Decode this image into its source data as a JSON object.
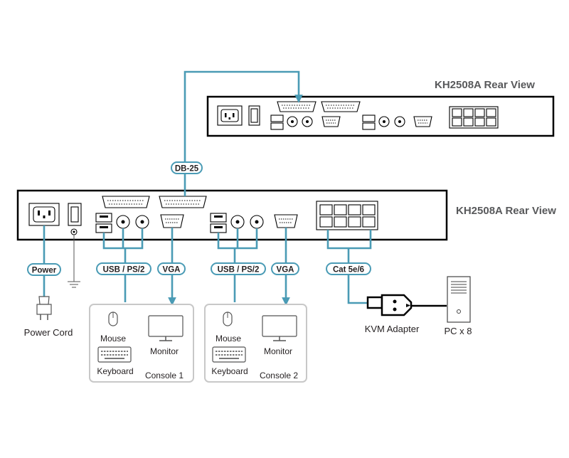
{
  "units": {
    "top_title": "KH2508A Rear View",
    "main_title": "KH2508A Rear View"
  },
  "labels": {
    "db25": "DB-25",
    "power": "Power",
    "usb_ps2_1": "USB / PS/2",
    "vga_1": "VGA",
    "usb_ps2_2": "USB / PS/2",
    "vga_2": "VGA",
    "cat": "Cat 5e/6"
  },
  "devices": {
    "power_cord": "Power Cord",
    "kvm_adapter": "KVM Adapter",
    "pc": "PC x 8"
  },
  "console1": {
    "mouse": "Mouse",
    "monitor": "Monitor",
    "keyboard": "Keyboard",
    "name": "Console 1"
  },
  "console2": {
    "mouse": "Mouse",
    "monitor": "Monitor",
    "keyboard": "Keyboard",
    "name": "Console 2"
  },
  "colors": {
    "cable": "#4a9bb5",
    "title_gray": "#58595b",
    "console_border": "#c8c8c8"
  }
}
